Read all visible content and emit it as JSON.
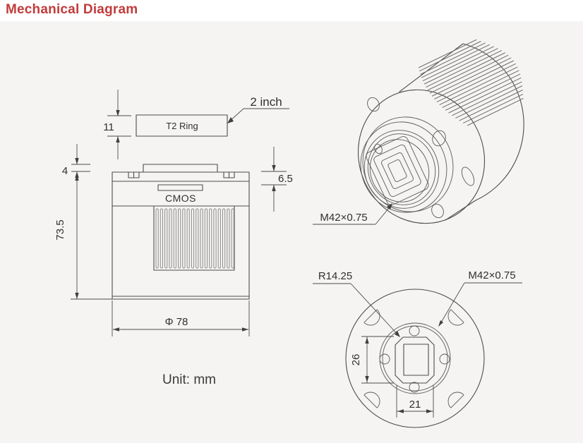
{
  "page": {
    "title": "Mechanical Diagram",
    "unit_label": "Unit: mm"
  },
  "colors": {
    "title": "#c23b3b",
    "line": "#4d4d4d",
    "panel_bg": "#f5f4f2",
    "text": "#303030"
  },
  "side_view": {
    "t2_ring_label": "T2 Ring",
    "barrel_size_label": "2 inch",
    "cmos_label": "CMOS",
    "dims": {
      "t2_ring_height": "11",
      "top_plate_thickness": "4",
      "body_height": "73.5",
      "flange_height": "6.5",
      "body_diameter": "Φ 78"
    }
  },
  "iso_view": {
    "thread_label": "M42×0.75"
  },
  "front_view": {
    "corner_radius_label": "R14.25",
    "thread_label": "M42×0.75",
    "dims": {
      "sensor_plate_height": "26",
      "sensor_plate_width": "21"
    }
  }
}
